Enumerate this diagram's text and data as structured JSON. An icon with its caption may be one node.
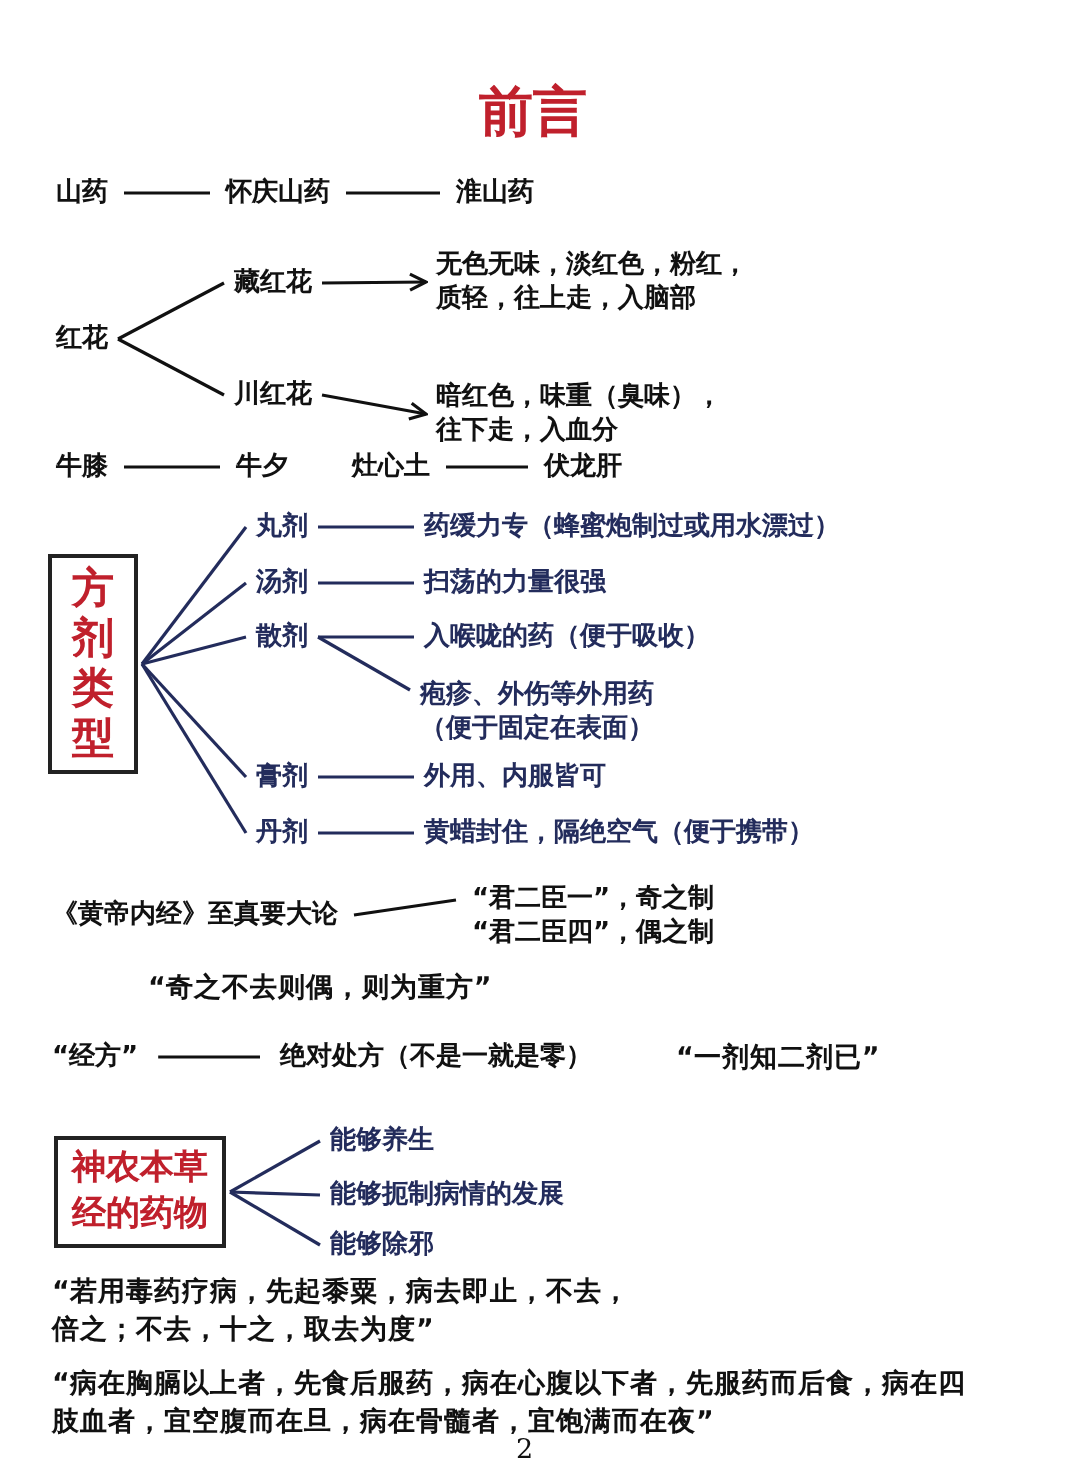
{
  "diagram": {
    "title": "前言",
    "nodes": [
      {
        "text": [
          "山药"
        ]
      },
      {
        "text": [
          "怀庆山药"
        ]
      },
      {
        "text": [
          "淮山药"
        ]
      },
      {
        "text": [
          "红花"
        ]
      },
      {
        "text": [
          "藏红花"
        ]
      },
      {
        "text": [
          "无色无味，淡红色，粉红，质轻，往上走，入脑部"
        ]
      },
      {
        "text": [
          "川红花"
        ]
      },
      {
        "text": [
          "暗红色，味重（臭味），往下走，入血分"
        ]
      },
      {
        "text": [
          "牛膝"
        ]
      },
      {
        "text": [
          "牛夕"
        ]
      },
      {
        "text": [
          "灶心土"
        ]
      },
      {
        "text": [
          "伏龙肝"
        ]
      },
      {
        "text": [
          "方剂类型"
        ]
      },
      {
        "text": [
          "丸剂"
        ]
      },
      {
        "text": [
          "药缓力专（蜂蜜炮制过或用水漂过）"
        ]
      },
      {
        "text": [
          "汤剂"
        ]
      },
      {
        "text": [
          "扫荡的力量很强"
        ]
      },
      {
        "text": [
          "散剂"
        ]
      },
      {
        "text": [
          "入喉咙的药（便于吸收）"
        ]
      },
      {
        "text": [
          "疱疹、外伤等外用药（便于固定在表面）"
        ]
      },
      {
        "text": [
          "膏剂"
        ]
      },
      {
        "text": [
          "外用、内服皆可"
        ]
      },
      {
        "text": [
          "丹剂"
        ]
      },
      {
        "text": [
          "黄蜡封住，隔绝空气（便于携带）"
        ]
      },
      {
        "text": [
          "《黄帝内经》至真要大论"
        ]
      },
      {
        "text": [
          "“君二臣一”，奇之制",
          "“君二臣四”，偶之制"
        ]
      },
      {
        "text": [
          "“经方”"
        ]
      },
      {
        "text": [
          "绝对处方（不是一就是零）"
        ]
      },
      {
        "text": [
          "神农本草经的药物"
        ]
      },
      {
        "text": [
          "能够养生"
        ]
      },
      {
        "text": [
          "能够扼制病情的发展"
        ]
      },
      {
        "text": [
          "能够除邪"
        ]
      }
    ],
    "edges": [
      {
        "from": 0,
        "to": 1,
        "arrow": "none",
        "color": "#111111"
      },
      {
        "from": 1,
        "to": 2,
        "arrow": "none",
        "color": "#111111"
      },
      {
        "from": 3,
        "to": 4,
        "arrow": "none",
        "color": "#111111"
      },
      {
        "from": 3,
        "to": 6,
        "arrow": "none",
        "color": "#111111"
      },
      {
        "from": 4,
        "to": 5,
        "arrow": "to",
        "color": "#111111"
      },
      {
        "from": 6,
        "to": 7,
        "arrow": "to",
        "color": "#111111"
      },
      {
        "from": 8,
        "to": 9,
        "arrow": "none",
        "color": "#111111"
      },
      {
        "from": 10,
        "to": 11,
        "arrow": "none",
        "color": "#111111"
      },
      {
        "from": 12,
        "to": 13,
        "arrow": "none"
      },
      {
        "from": 12,
        "to": 15,
        "arrow": "none"
      },
      {
        "from": 12,
        "to": 17,
        "arrow": "none"
      },
      {
        "from": 12,
        "to": 20,
        "arrow": "none"
      },
      {
        "from": 12,
        "to": 22,
        "arrow": "none"
      },
      {
        "from": 13,
        "to": 14,
        "arrow": "none"
      },
      {
        "from": 15,
        "to": 16,
        "arrow": "none"
      },
      {
        "from": 17,
        "to": 18,
        "arrow": "none"
      },
      {
        "from": 17,
        "to": 19,
        "arrow": "none"
      },
      {
        "from": 20,
        "to": 21,
        "arrow": "none"
      },
      {
        "from": 22,
        "to": 23,
        "arrow": "none"
      },
      {
        "from": 24,
        "to": 25,
        "arrow": "none",
        "color": "#111111"
      },
      {
        "from": 26,
        "to": 27,
        "arrow": "none",
        "color": "#111111"
      },
      {
        "from": 28,
        "to": 29,
        "arrow": "none"
      },
      {
        "from": 28,
        "to": 30,
        "arrow": "none"
      },
      {
        "from": 28,
        "to": 31,
        "arrow": "none"
      }
    ],
    "labels": [
      "“奇之不去则偶，则为重方”",
      "“一剂知二剂已”",
      "“若用毒药疗病，先起黍粟，病去即止，不去，倍之；不去，十之，取去为度”",
      "“病在胸膈以上者，先食后服药，病在心腹以下者，先服药而后食，病在四肢血者，宜空腹而在旦，病在骨髓者，宜饱满而在夜”",
      "2"
    ]
  }
}
